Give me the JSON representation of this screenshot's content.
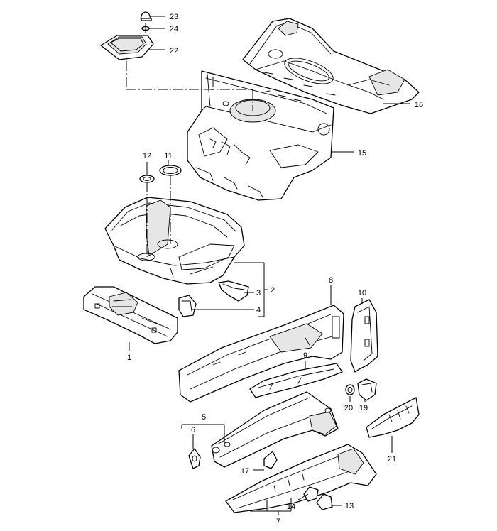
{
  "callouts": {
    "p1": "1",
    "p2": "2",
    "p3": "3",
    "p4": "4",
    "p5": "5",
    "p6": "6",
    "p7": "7",
    "p8": "8",
    "p9": "9",
    "p10": "10",
    "p11": "11",
    "p12": "12",
    "p13": "13",
    "p14": "14",
    "p15": "15",
    "p16": "16",
    "p17": "17",
    "p19": "19",
    "p20": "20",
    "p21": "21",
    "p22": "22",
    "p23": "23",
    "p24": "24"
  }
}
